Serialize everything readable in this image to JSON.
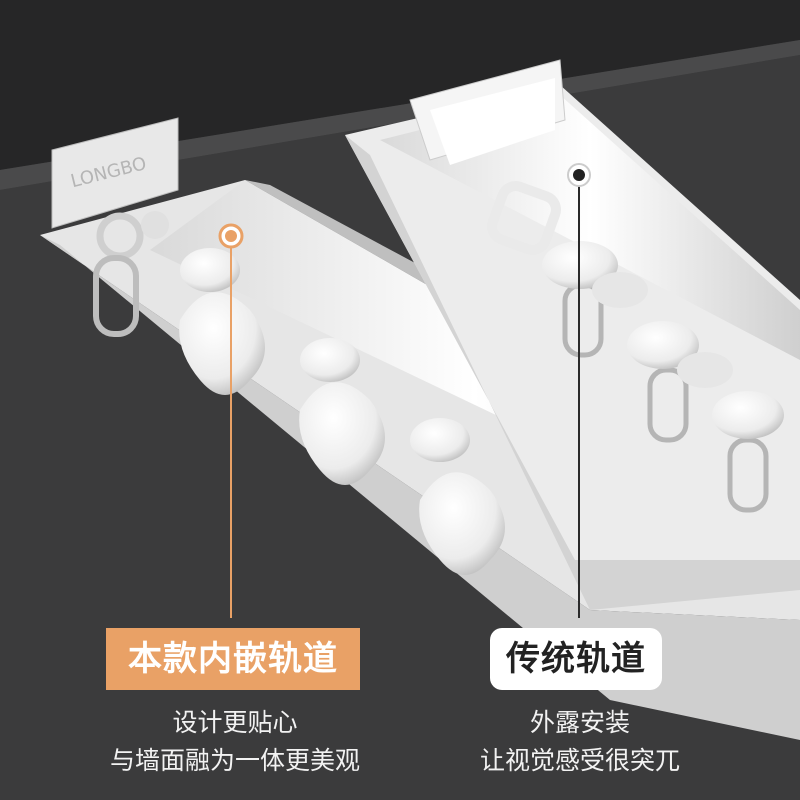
{
  "left": {
    "badge": "本款内嵌轨道",
    "caption_lines": [
      "设计更贴心",
      "与墙面融为一体更美观"
    ],
    "accent": "#e9a166"
  },
  "right": {
    "badge": "传统轨道",
    "caption_lines": [
      "外露安装",
      "让视觉感受很突兀"
    ]
  },
  "bracket_brand": "LONGBO",
  "colors": {
    "background": "#3a3a3b",
    "ceiling": "#2a2a2b",
    "track": "#f3f3f3",
    "text": "#f2f2f2"
  }
}
